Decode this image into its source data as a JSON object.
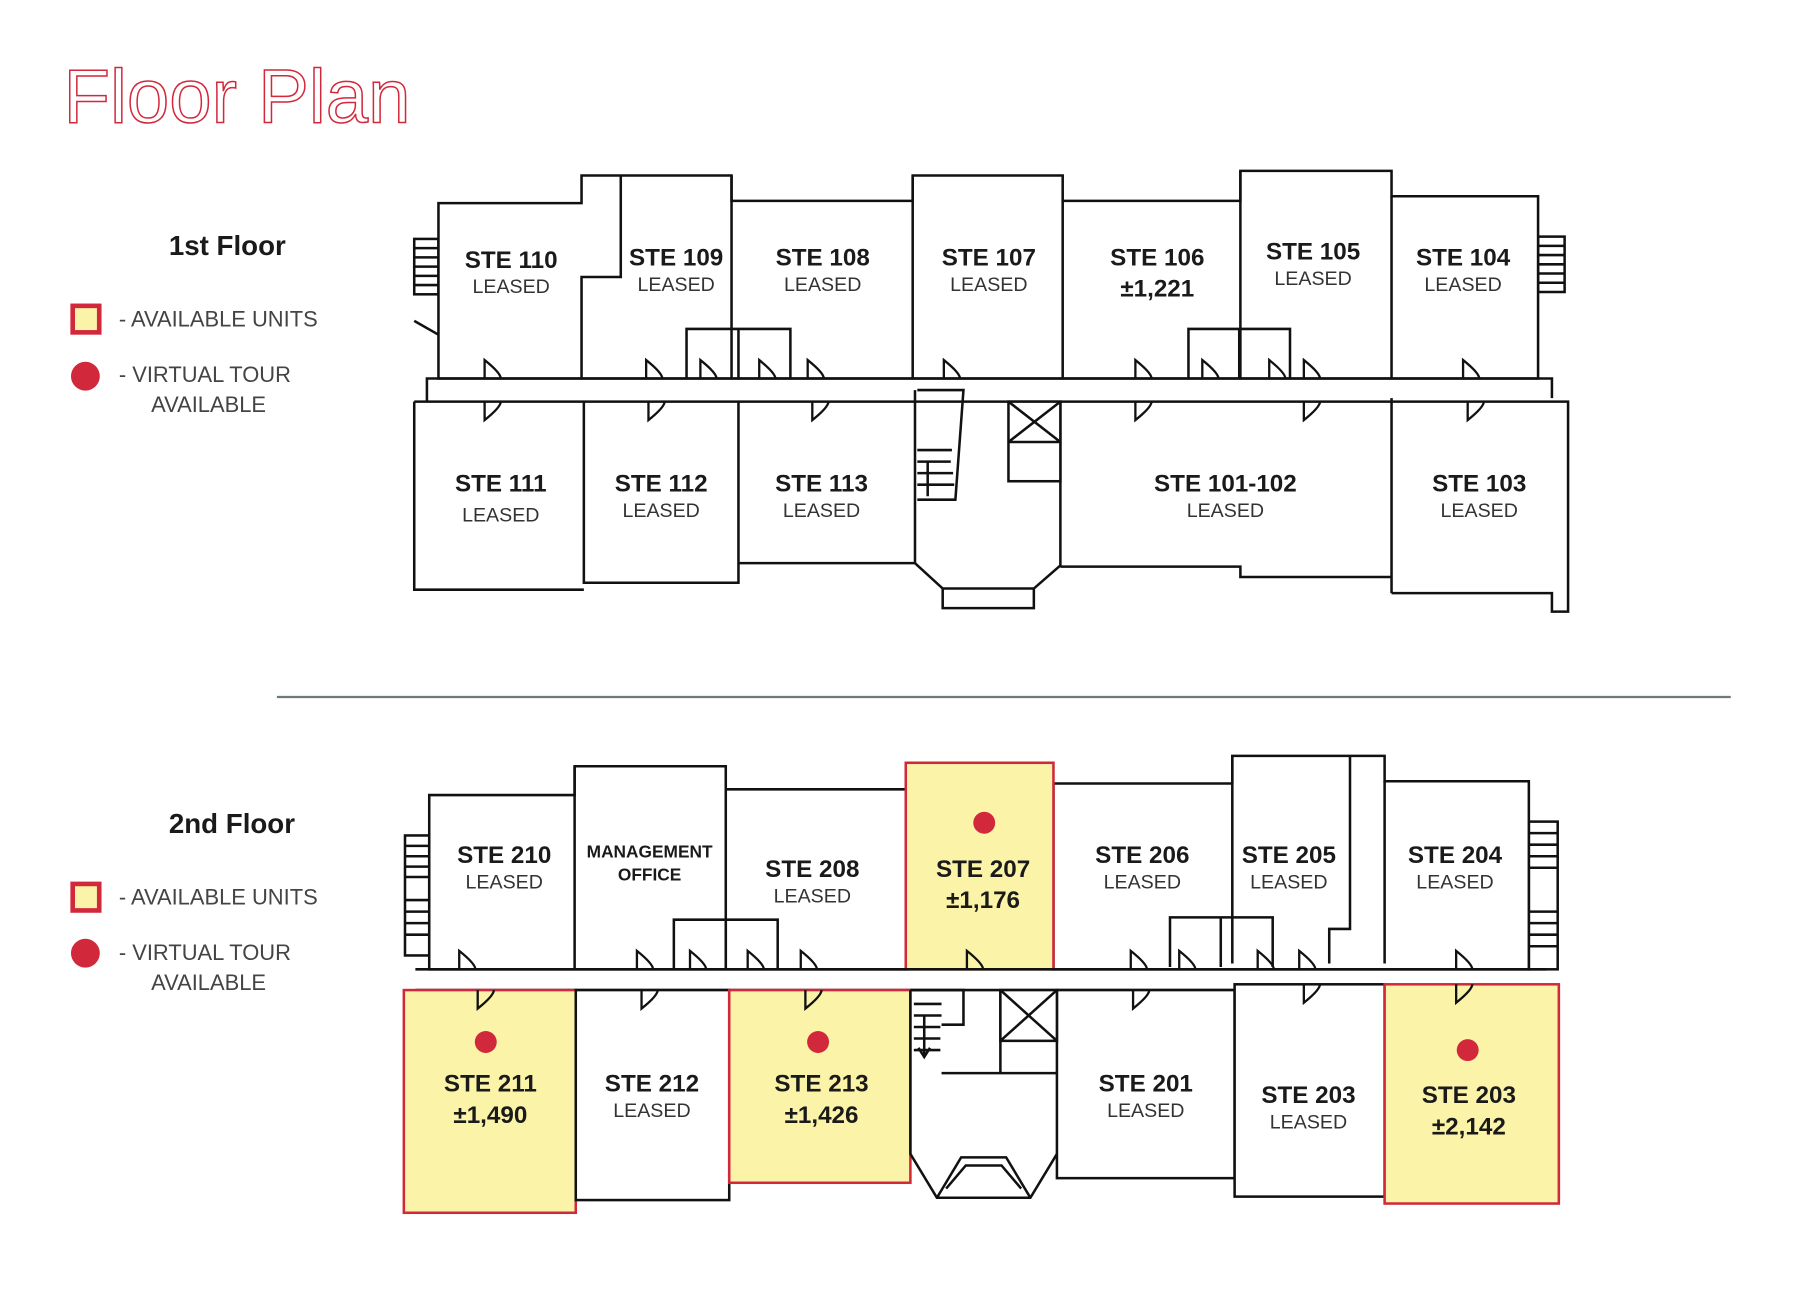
{
  "title": "Floor Plan",
  "colors": {
    "accent": "#d2283b",
    "available_fill": "#fbf3a8",
    "divider": "#6d7a7a"
  },
  "legend": {
    "available_units": "- AVAILABLE UNITS",
    "virtual_tour_line1": "- VIRTUAL TOUR",
    "virtual_tour_line2": "AVAILABLE"
  },
  "floor1": {
    "label": "1st Floor",
    "suites": {
      "s110": {
        "name": "STE 110",
        "status": "LEASED"
      },
      "s109": {
        "name": "STE 109",
        "status": "LEASED"
      },
      "s108": {
        "name": "STE 108",
        "status": "LEASED"
      },
      "s107": {
        "name": "STE 107",
        "status": "LEASED"
      },
      "s106": {
        "name": "STE 106",
        "status": "±1,221"
      },
      "s105": {
        "name": "STE 105",
        "status": "LEASED"
      },
      "s104": {
        "name": "STE 104",
        "status": "LEASED"
      },
      "s111": {
        "name": "STE 111",
        "status": "LEASED"
      },
      "s112": {
        "name": "STE 112",
        "status": "LEASED"
      },
      "s113": {
        "name": "STE 113",
        "status": "LEASED"
      },
      "s101": {
        "name": "STE 101-102",
        "status": "LEASED"
      },
      "s103": {
        "name": "STE 103",
        "status": "LEASED"
      }
    }
  },
  "floor2": {
    "label": "2nd Floor",
    "suites": {
      "s210": {
        "name": "STE 210",
        "status": "LEASED"
      },
      "mgmt": {
        "name": "MANAGEMENT",
        "status": "OFFICE"
      },
      "s208": {
        "name": "STE 208",
        "status": "LEASED"
      },
      "s207": {
        "name": "STE 207",
        "status": "±1,176"
      },
      "s206": {
        "name": "STE 206",
        "status": "LEASED"
      },
      "s205": {
        "name": "STE 205",
        "status": "LEASED"
      },
      "s204": {
        "name": "STE 204",
        "status": "LEASED"
      },
      "s211": {
        "name": "STE 211",
        "status": "±1,490"
      },
      "s212": {
        "name": "STE 212",
        "status": "LEASED"
      },
      "s213": {
        "name": "STE 213",
        "status": "±1,426"
      },
      "s201": {
        "name": "STE 201",
        "status": "LEASED"
      },
      "s203a": {
        "name": "STE 203",
        "status": "LEASED"
      },
      "s203b": {
        "name": "STE 203",
        "status": "±2,142"
      }
    }
  }
}
